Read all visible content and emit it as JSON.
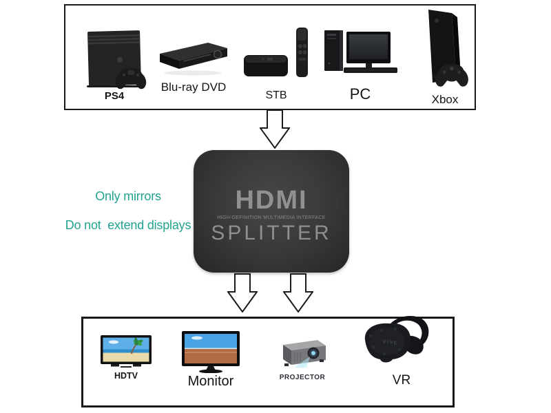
{
  "diagram": {
    "background_color": "#ffffff",
    "box_border_color": "#181818",
    "notes": {
      "color": "#21a390",
      "line1": "Only mirrors",
      "line2": "Do not  extend displays"
    },
    "inputs": {
      "devices": [
        {
          "id": "ps4",
          "label": "PS4"
        },
        {
          "id": "bluray",
          "label": "Blu-ray DVD"
        },
        {
          "id": "stb",
          "label": "STB"
        },
        {
          "id": "pc",
          "label": "PC"
        },
        {
          "id": "xbox",
          "label": "Xbox"
        }
      ]
    },
    "splitter": {
      "logo": "HDMI",
      "tagline": "HIGH-DEFINITION MULTIMEDIA INTERFACE",
      "name": "SPLITTER",
      "body_color": "#3a3a3a",
      "text_color": "#909090"
    },
    "outputs": {
      "devices": [
        {
          "id": "hdtv",
          "label": "HDTV"
        },
        {
          "id": "monitor",
          "label": "Monitor"
        },
        {
          "id": "projector",
          "label": "PROJECTOR"
        },
        {
          "id": "vr",
          "label": "VR",
          "brand": "VIVE"
        }
      ]
    }
  }
}
